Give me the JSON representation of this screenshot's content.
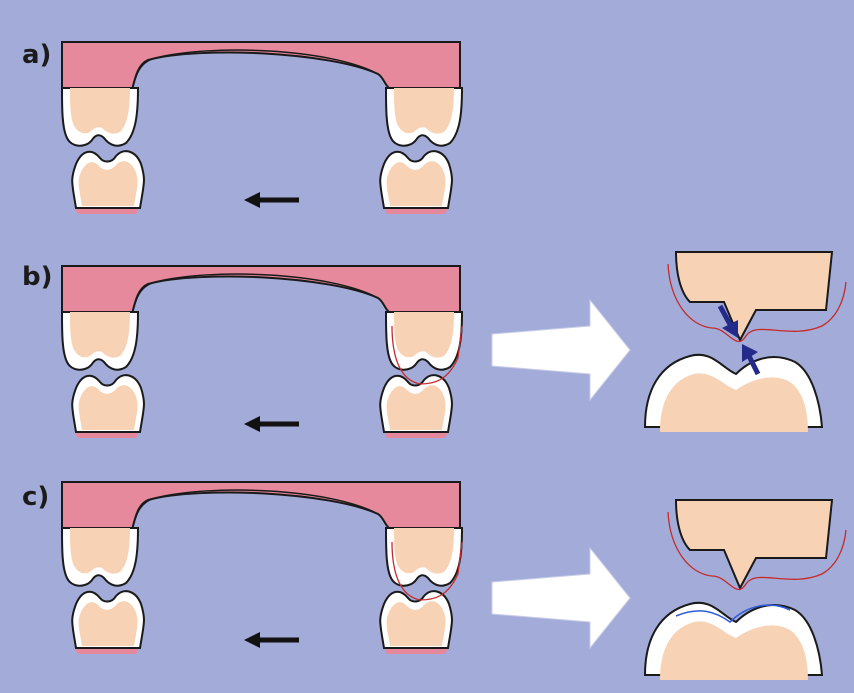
{
  "colors": {
    "background": "#a3acd8",
    "gum": "#e7899d",
    "enamel": "#ffffff",
    "dentin": "#f7d2b4",
    "outline": "#1a1a1a",
    "arrow": "#111111",
    "big_arrow": "#ffffff",
    "contact_arrow": "#232a8a",
    "red_contour": "#c62a2a",
    "blue_contour": "#2f5cd8"
  },
  "panels": [
    {
      "label": "a)",
      "detail": false
    },
    {
      "label": "b)",
      "detail": true,
      "contact_arrows": true,
      "blue_contour": false
    },
    {
      "label": "c)",
      "detail": true,
      "contact_arrows": false,
      "blue_contour": true
    }
  ],
  "icons": {
    "movement_arrow": "left-arrow-icon",
    "transition_arrow": "right-block-arrow-icon"
  }
}
